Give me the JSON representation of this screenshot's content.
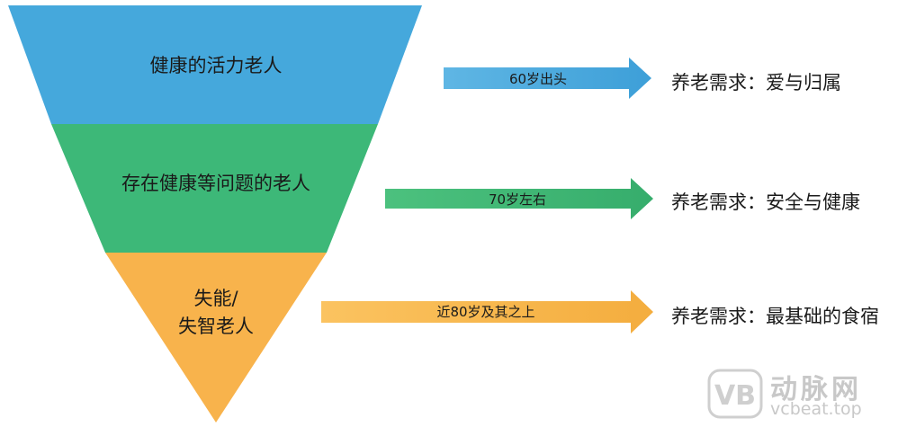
{
  "funnel": {
    "levels": [
      {
        "label_lines": [
          "健康的活力老人"
        ],
        "color": "#45a8dc"
      },
      {
        "label_lines": [
          "存在健康等问题的老人"
        ],
        "color": "#3db878"
      },
      {
        "label_lines": [
          "失能/",
          "失智老人"
        ],
        "color": "#f8b34c"
      }
    ]
  },
  "arrows": [
    {
      "label": "60岁出头",
      "color_start": "#5fb6e4",
      "color_end": "#3d9fd8"
    },
    {
      "label": "70岁左右",
      "color_start": "#4cc17e",
      "color_end": "#36ad6c"
    },
    {
      "label": "近80岁及其之上",
      "color_start": "#fbc360",
      "color_end": "#f4ad3e"
    }
  ],
  "needs": [
    {
      "text": "养老需求：爱与归属"
    },
    {
      "text": "养老需求：安全与健康"
    },
    {
      "text": "养老需求：最基础的食宿"
    }
  ],
  "watermark": {
    "logo_letters": "VB",
    "cn": "动脉网",
    "en": "vcbeat.top"
  }
}
